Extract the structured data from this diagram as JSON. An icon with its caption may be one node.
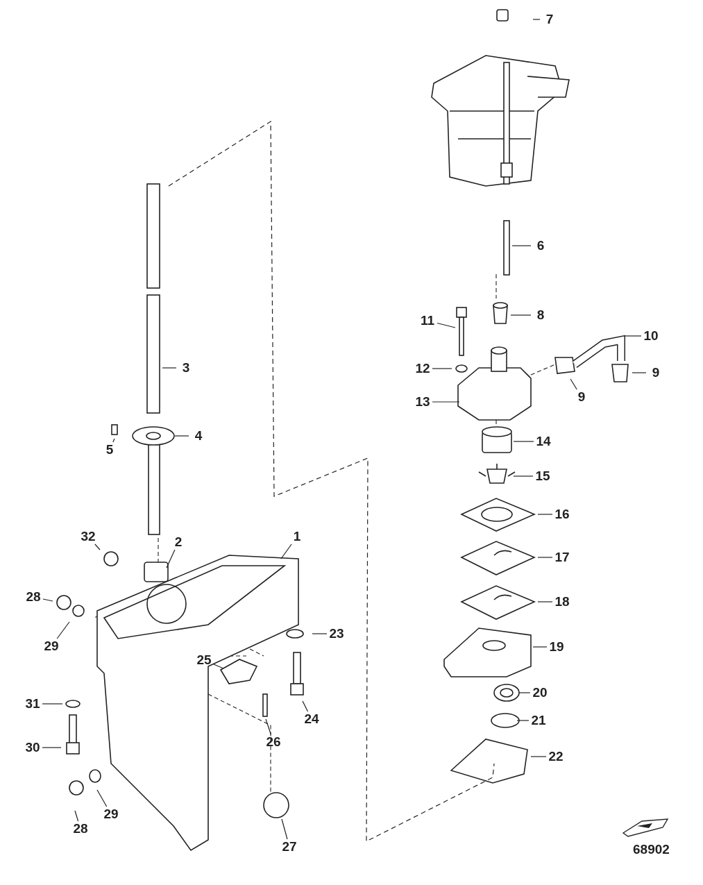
{
  "diagram": {
    "nodes": [
      {
        "text": [
          "1"
        ]
      },
      {
        "text": [
          "2"
        ]
      },
      {
        "text": [
          "3"
        ]
      },
      {
        "text": [
          "4"
        ]
      },
      {
        "text": [
          "5"
        ]
      },
      {
        "text": [
          "6"
        ]
      },
      {
        "text": [
          "7"
        ]
      },
      {
        "text": [
          "8"
        ]
      },
      {
        "text": [
          "9"
        ]
      },
      {
        "text": [
          "9"
        ]
      },
      {
        "text": [
          "10"
        ]
      },
      {
        "text": [
          "11"
        ]
      },
      {
        "text": [
          "12"
        ]
      },
      {
        "text": [
          "13"
        ]
      },
      {
        "text": [
          "14"
        ]
      },
      {
        "text": [
          "15"
        ]
      },
      {
        "text": [
          "16"
        ]
      },
      {
        "text": [
          "17"
        ]
      },
      {
        "text": [
          "18"
        ]
      },
      {
        "text": [
          "19"
        ]
      },
      {
        "text": [
          "20"
        ]
      },
      {
        "text": [
          "21"
        ]
      },
      {
        "text": [
          "22"
        ]
      },
      {
        "text": [
          "23"
        ]
      },
      {
        "text": [
          "24"
        ]
      },
      {
        "text": [
          "25"
        ]
      },
      {
        "text": [
          "26"
        ]
      },
      {
        "text": [
          "27"
        ]
      },
      {
        "text": [
          "28"
        ]
      },
      {
        "text": [
          "28"
        ]
      },
      {
        "text": [
          "29"
        ]
      },
      {
        "text": [
          "29"
        ]
      },
      {
        "text": [
          "30"
        ]
      },
      {
        "text": [
          "31"
        ]
      },
      {
        "text": [
          "32"
        ]
      }
    ],
    "edges": [
      {
        "from": 0,
        "to": null,
        "arrow": "none"
      },
      {
        "from": 1,
        "to": null,
        "arrow": "none"
      },
      {
        "from": 2,
        "to": null,
        "arrow": "none"
      },
      {
        "from": 3,
        "to": null,
        "arrow": "none"
      },
      {
        "from": 4,
        "to": null,
        "arrow": "none"
      },
      {
        "from": 5,
        "to": null,
        "arrow": "none"
      },
      {
        "from": 6,
        "to": null,
        "arrow": "none"
      },
      {
        "from": 7,
        "to": null,
        "arrow": "none"
      },
      {
        "from": 8,
        "to": null,
        "arrow": "none"
      },
      {
        "from": 9,
        "to": null,
        "arrow": "none"
      },
      {
        "from": 10,
        "to": null,
        "arrow": "none"
      },
      {
        "from": 11,
        "to": null,
        "arrow": "none"
      },
      {
        "from": 12,
        "to": null,
        "arrow": "none"
      },
      {
        "from": 13,
        "to": null,
        "arrow": "none"
      },
      {
        "from": 14,
        "to": null,
        "arrow": "none"
      },
      {
        "from": 15,
        "to": null,
        "arrow": "none"
      },
      {
        "from": 16,
        "to": null,
        "arrow": "none"
      },
      {
        "from": 17,
        "to": null,
        "arrow": "none"
      },
      {
        "from": 18,
        "to": null,
        "arrow": "none"
      },
      {
        "from": 19,
        "to": null,
        "arrow": "none"
      },
      {
        "from": 20,
        "to": null,
        "arrow": "none"
      },
      {
        "from": 21,
        "to": null,
        "arrow": "none"
      },
      {
        "from": 22,
        "to": null,
        "arrow": "none"
      },
      {
        "from": 23,
        "to": null,
        "arrow": "none"
      },
      {
        "from": 24,
        "to": null,
        "arrow": "none"
      },
      {
        "from": 25,
        "to": null,
        "arrow": "none"
      },
      {
        "from": 26,
        "to": null,
        "arrow": "none"
      },
      {
        "from": 27,
        "to": null,
        "arrow": "none"
      },
      {
        "from": 28,
        "to": null,
        "arrow": "none"
      },
      {
        "from": 29,
        "to": null,
        "arrow": "none"
      },
      {
        "from": 30,
        "to": null,
        "arrow": "none"
      },
      {
        "from": 31,
        "to": null,
        "arrow": "none"
      },
      {
        "from": 32,
        "to": null,
        "arrow": "none"
      },
      {
        "from": 33,
        "to": null,
        "arrow": "none"
      },
      {
        "from": 34,
        "to": null,
        "arrow": "none"
      }
    ],
    "labels": [
      "68902"
    ]
  }
}
